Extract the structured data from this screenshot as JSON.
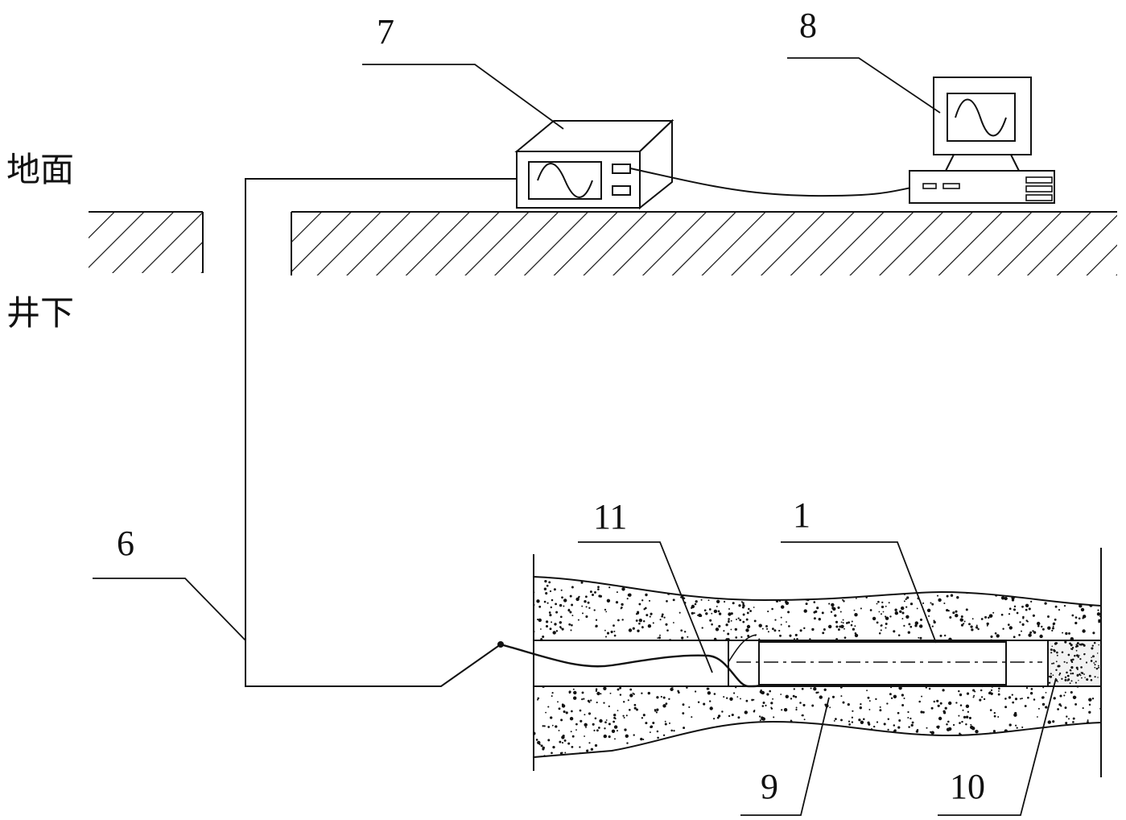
{
  "labels": {
    "surface": "地面",
    "underground": "井下"
  },
  "callouts": {
    "n1": "1",
    "n6": "6",
    "n7": "7",
    "n8": "8",
    "n9": "9",
    "n10": "10",
    "n11": "11"
  },
  "colors": {
    "line": "#111111",
    "background": "#ffffff"
  }
}
